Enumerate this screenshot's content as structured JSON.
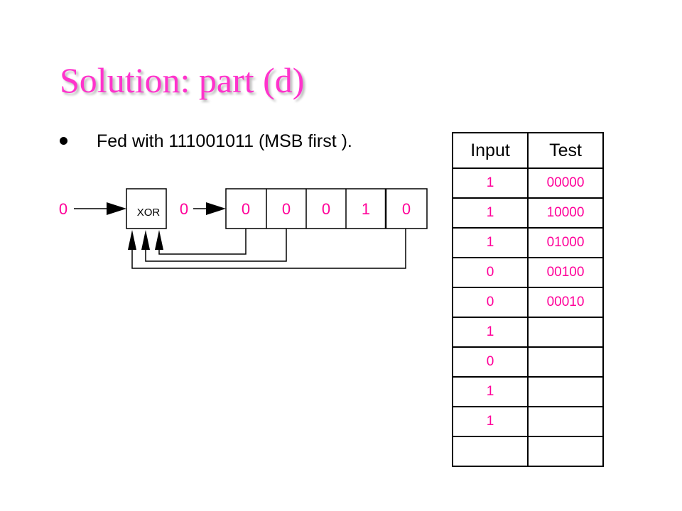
{
  "slide": {
    "title": "Solution: part (d)",
    "bullet": "Fed with 111001011 (MSB first )."
  },
  "circuit": {
    "input_value": "0",
    "gate_label": "XOR",
    "gate_output_value": "0",
    "register_bits": [
      "0",
      "0",
      "0",
      "1",
      "0"
    ]
  },
  "table": {
    "headers": [
      "Input",
      "Test"
    ],
    "rows": [
      [
        "1",
        "00000"
      ],
      [
        "1",
        "10000"
      ],
      [
        "1",
        "01000"
      ],
      [
        "0",
        "00100"
      ],
      [
        "0",
        "00010"
      ],
      [
        "1",
        ""
      ],
      [
        "0",
        ""
      ],
      [
        "1",
        ""
      ],
      [
        "1",
        ""
      ],
      [
        "",
        ""
      ]
    ]
  },
  "colors": {
    "title": "#ff33cc",
    "values": "#ff0099",
    "lines": "#000000"
  }
}
